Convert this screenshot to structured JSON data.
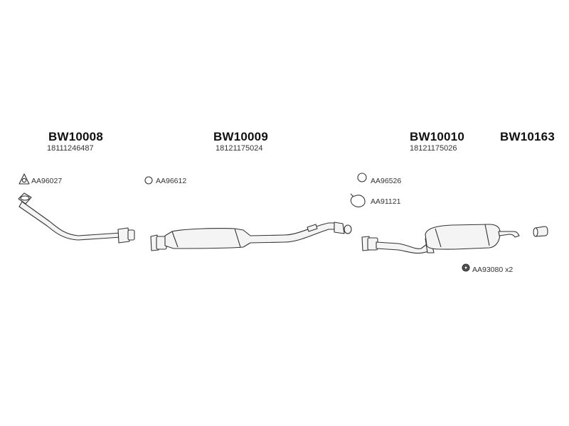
{
  "parts": [
    {
      "code": "BW10008",
      "oem": "18111246487"
    },
    {
      "code": "BW10009",
      "oem": "18121175024"
    },
    {
      "code": "BW10010",
      "oem": "18121175026"
    },
    {
      "code": "BW10163",
      "oem": ""
    }
  ],
  "accessories": [
    {
      "code": "AA96027",
      "icon": "triangular-gasket-icon"
    },
    {
      "code": "AA96612",
      "icon": "ring-clamp-icon"
    },
    {
      "code": "AA96526",
      "icon": "ring-clamp-icon"
    },
    {
      "code": "AA91121",
      "icon": "hanger-clamp-icon"
    },
    {
      "code": "AA93080 x2",
      "icon": "rubber-mount-icon"
    }
  ]
}
